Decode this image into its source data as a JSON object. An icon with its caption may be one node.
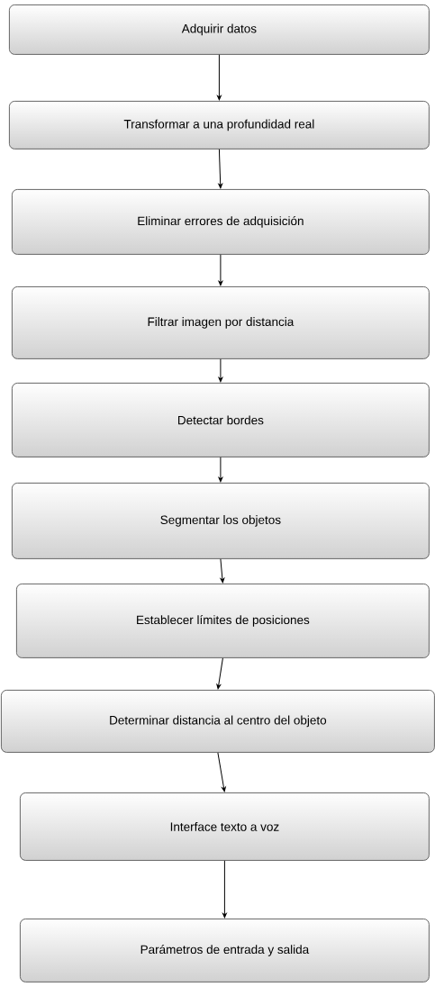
{
  "diagram": {
    "nodes": [
      {
        "text": [
          "Adquirir datos"
        ]
      },
      {
        "text": [
          "Transformar a una profundidad real"
        ]
      },
      {
        "text": [
          "Eliminar errores de adquisición"
        ]
      },
      {
        "text": [
          "Filtrar imagen por distancia"
        ]
      },
      {
        "text": [
          "Detectar bordes"
        ]
      },
      {
        "text": [
          "Segmentar los objetos"
        ]
      },
      {
        "text": [
          "Establecer límites de posiciones"
        ]
      },
      {
        "text": [
          "Determinar distancia al centro del objeto"
        ]
      },
      {
        "text": [
          "Interface texto a voz"
        ]
      },
      {
        "text": [
          "Parámetros de entrada y salida"
        ]
      }
    ],
    "edges": [
      {
        "from": 0,
        "to": 1,
        "arrow": "to"
      },
      {
        "from": 1,
        "to": 2,
        "arrow": "to"
      },
      {
        "from": 2,
        "to": 3,
        "arrow": "to"
      },
      {
        "from": 3,
        "to": 4,
        "arrow": "to"
      },
      {
        "from": 4,
        "to": 5,
        "arrow": "to"
      },
      {
        "from": 5,
        "to": 6,
        "arrow": "to"
      },
      {
        "from": 6,
        "to": 7,
        "arrow": "to"
      },
      {
        "from": 7,
        "to": 8,
        "arrow": "to"
      },
      {
        "from": 8,
        "to": 9,
        "arrow": "to"
      }
    ]
  }
}
